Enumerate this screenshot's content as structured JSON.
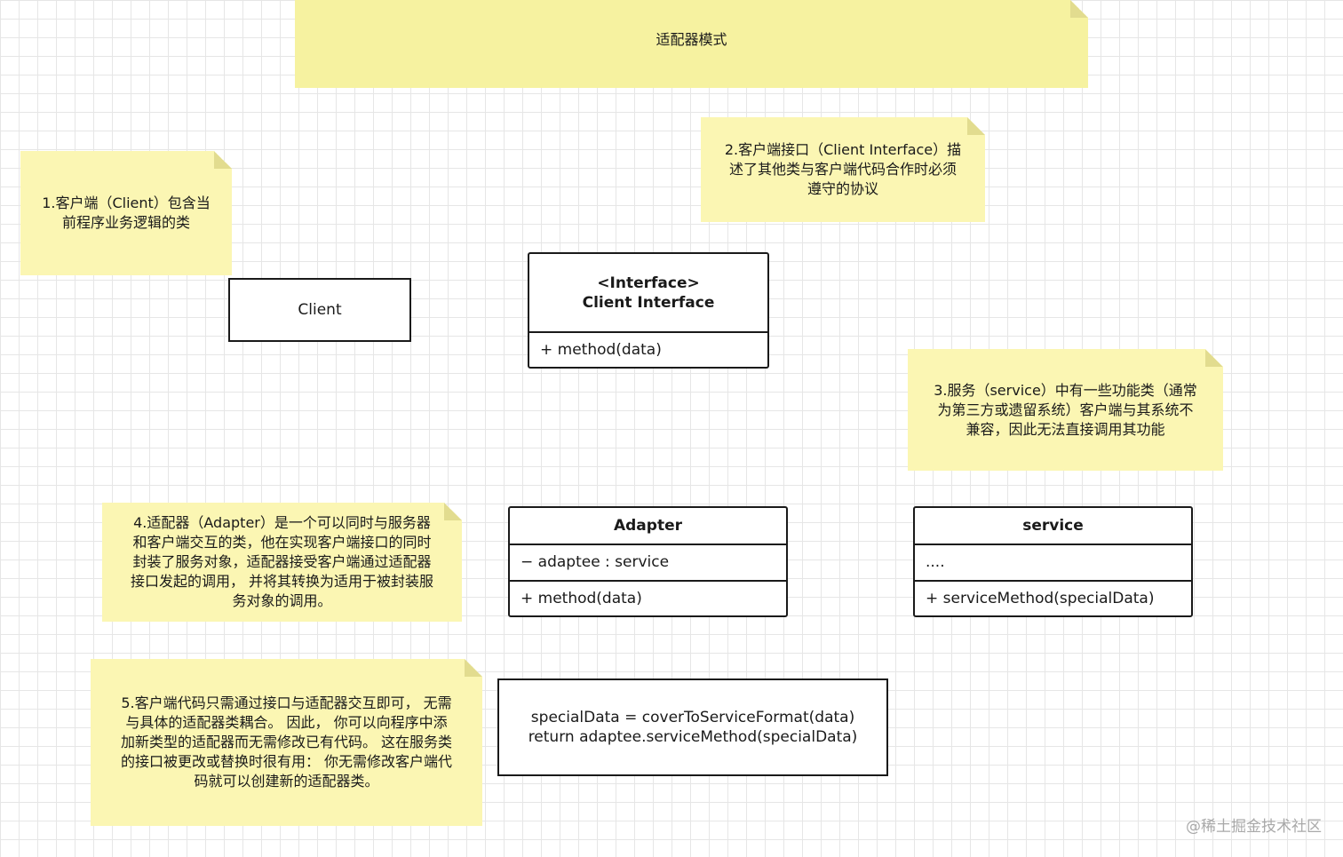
{
  "title": "适配器模式",
  "notes": {
    "client": "1.客户端（Client）包含当\n前程序业务逻辑的类",
    "client_interface": "2.客户端接口（Client Interface）描\n述了其他类与客户端代码合作时必须\n遵守的协议",
    "service": "3.服务（service）中有一些功能类（通常\n为第三方或遗留系统）客户端与其系统不\n兼容，因此无法直接调用其功能",
    "adapter": "4.适配器（Adapter）是一个可以同时与服务器\n和客户端交互的类，他在实现客户端接口的同时\n封装了服务对象，适配器接受客户端通过适配器\n接口发起的调用， 并将其转换为适用于被封装服\n务对象的调用。",
    "client_code": "5.客户端代码只需通过接口与适配器交互即可， 无需\n与具体的适配器类耦合。 因此， 你可以向程序中添\n加新类型的适配器而无需修改已有代码。 这在服务类\n的接口被更改或替换时很有用： 你无需修改客户端代\n码就可以创建新的适配器类。"
  },
  "client_box": {
    "label": "Client"
  },
  "interface_box": {
    "header": "<Interface>\nClient Interface",
    "method": "+ method(data)"
  },
  "adapter_box": {
    "header": "Adapter",
    "field": "− adaptee : service",
    "method": "+ method(data)"
  },
  "service_box": {
    "header": "service",
    "field": "....",
    "method": "+ serviceMethod(specialData)"
  },
  "code_box": {
    "text": "specialData = coverToServiceFormat(data)\nreturn adaptee.serviceMethod(specialData)"
  },
  "watermark": "@稀土掘金技术社区",
  "colors": {
    "note_fill": "#fbf6b3",
    "title_fill": "#f6f2a0",
    "border": "#1a1a1a",
    "grid": "#e6e6e6"
  }
}
